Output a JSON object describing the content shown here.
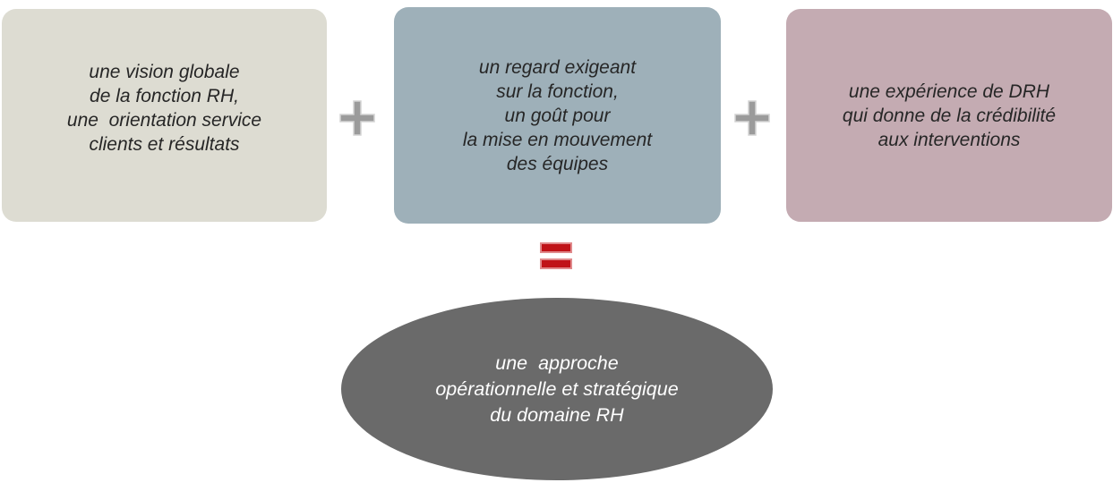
{
  "diagram": {
    "boxes": [
      {
        "id": "vision",
        "text": "une vision globale\nde la fonction RH,\nune  orientation service\nclients et résultats",
        "bg_color": "#dddcd2"
      },
      {
        "id": "regard",
        "text": "un regard exigeant\nsur la fonction,\nun goût pour\nla mise en mouvement\ndes équipes",
        "bg_color": "#9eb0b9"
      },
      {
        "id": "experience",
        "text": "une expérience de DRH\nqui donne de la crédibilité\naux interventions",
        "bg_color": "#c4abb2"
      }
    ],
    "operators": {
      "plus_symbol": "+",
      "equals_symbol": "=",
      "plus_color": "#9b9b9b",
      "equals_color": "#c01318"
    },
    "result": {
      "text": "une  approche\nopérationnelle et stratégique\ndu domaine RH",
      "bg_color": "#6a6a6a",
      "text_color": "#ffffff"
    }
  }
}
